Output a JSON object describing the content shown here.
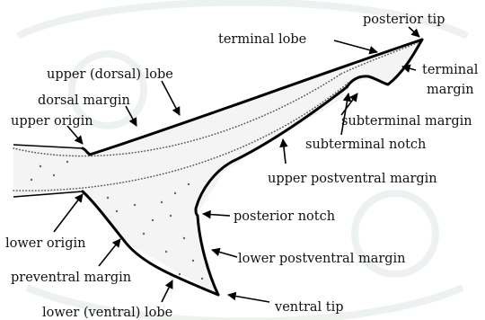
{
  "labels": {
    "posterior_tip": "posterior tip",
    "terminal_lobe": "terminal lobe",
    "terminal_margin_line1": "terminal",
    "terminal_margin_line2": "margin",
    "upper_dorsal_lobe": "upper (dorsal) lobe",
    "dorsal_margin": "dorsal margin",
    "upper_origin": "upper origin",
    "subterminal_margin": "subterminal margin",
    "subterminal_notch": "subterminal notch",
    "upper_postventral_margin": "upper postventral margin",
    "posterior_notch": "posterior notch",
    "lower_origin": "lower origin",
    "lower_postventral_margin": "lower postventral margin",
    "preventral_margin": "preventral margin",
    "ventral_tip": "ventral tip",
    "lower_ventral_lobe": "lower (ventral) lobe"
  },
  "colors": {
    "outline": "#000000",
    "fin_fill": "#f4f4f4",
    "background": "#ffffff"
  }
}
